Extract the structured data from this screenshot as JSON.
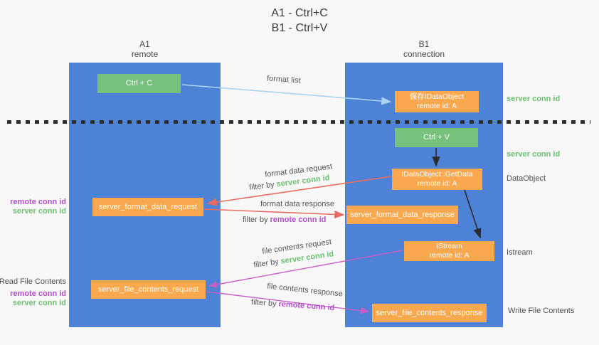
{
  "title": {
    "line1": "A1 - Ctrl+C",
    "line2": "B1 - Ctrl+V"
  },
  "columns": {
    "left": {
      "name": "A1",
      "role": "remote"
    },
    "right": {
      "name": "B1",
      "role": "connection"
    }
  },
  "boxes": {
    "ctrl_c": {
      "label": "Ctrl + C"
    },
    "ctrl_v": {
      "label": "Ctrl + V"
    },
    "save_dataobject": {
      "line1": "保存IDataObject",
      "line2": "remote id: A"
    },
    "getdata": {
      "line1": "IDataObject::GetData",
      "line2": "remote id: A"
    },
    "istream": {
      "line1": "IStream",
      "line2": "remote id: A"
    },
    "server_format_data_request": {
      "label": "server_format_data_request"
    },
    "server_format_data_response": {
      "label": "server_format_data_response"
    },
    "server_file_contents_request": {
      "label": "server_file_contents_request"
    },
    "server_file_contents_response": {
      "label": "server_file_contents_response"
    }
  },
  "arrow_labels": {
    "format_list": "format list",
    "format_data_request": "format data request",
    "format_data_response": "format data response",
    "file_contents_request": "file contents request",
    "file_contents_response": "file contents response",
    "filter_by": "filter by ",
    "server_conn_id": "server conn id",
    "remote_conn_id": "remote conn id"
  },
  "side_labels": {
    "server_conn_id_top": "server conn id",
    "server_conn_id_mid": "server conn id",
    "dataobject": "DataObject",
    "istream": "Istream",
    "read_file_contents": "Read File Contents",
    "write_file_contents": "Write File Contents",
    "remote_conn_id": "remote conn id",
    "server_conn_id": "server conn id"
  },
  "colors": {
    "column_blue": "#4d82d6",
    "box_green": "#77c17d",
    "box_orange": "#f9a84d",
    "arrow_red": "#e96c62",
    "arrow_magenta": "#c55fc5",
    "arrow_light_blue": "#aad4f0",
    "arrow_black": "#2b2b2b",
    "text_green": "#6cbf70",
    "text_purple": "#b14fc9",
    "text_gray": "#555555",
    "background": "#f8f8f8"
  }
}
